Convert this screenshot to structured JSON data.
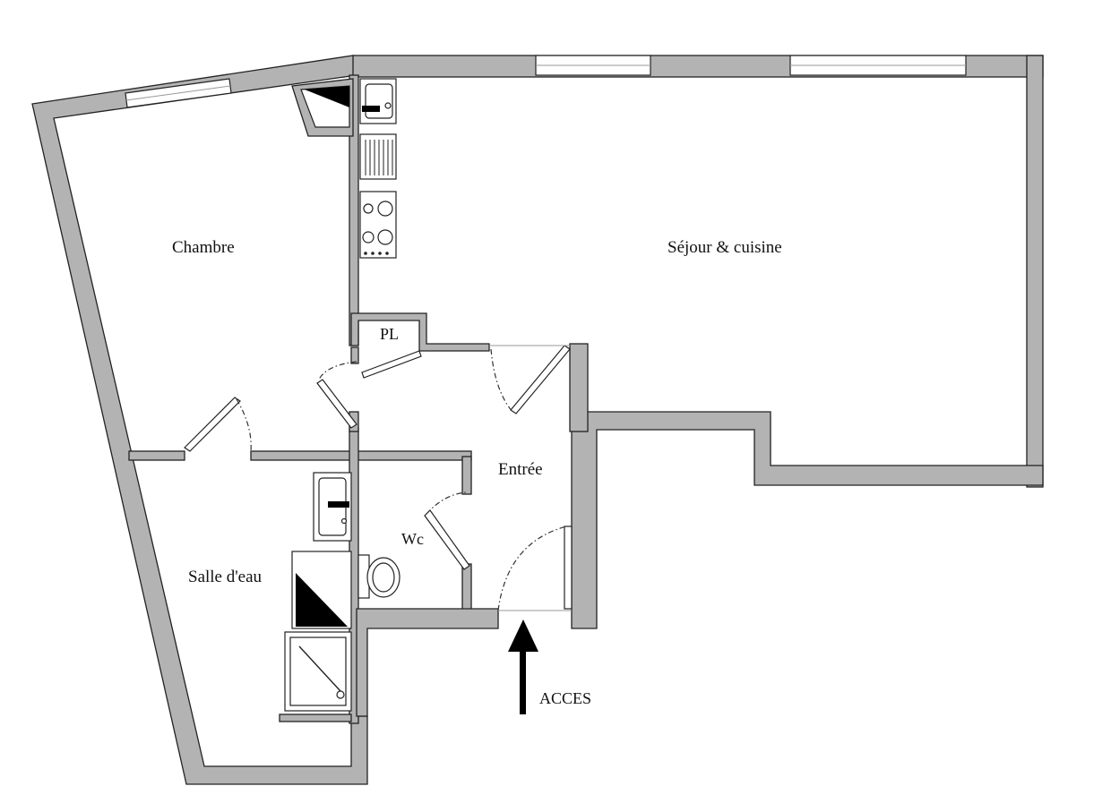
{
  "rooms": {
    "bedroom": "Chambre",
    "living_kitchen": "Séjour & cuisine",
    "closet": "PL",
    "entrance": "Entrée",
    "wc": "Wc",
    "shower_room": "Salle d'eau"
  },
  "access_label": "ACCES",
  "colors": {
    "wall": "#b3b3b3",
    "outline": "#222222",
    "ink": "#000000"
  }
}
